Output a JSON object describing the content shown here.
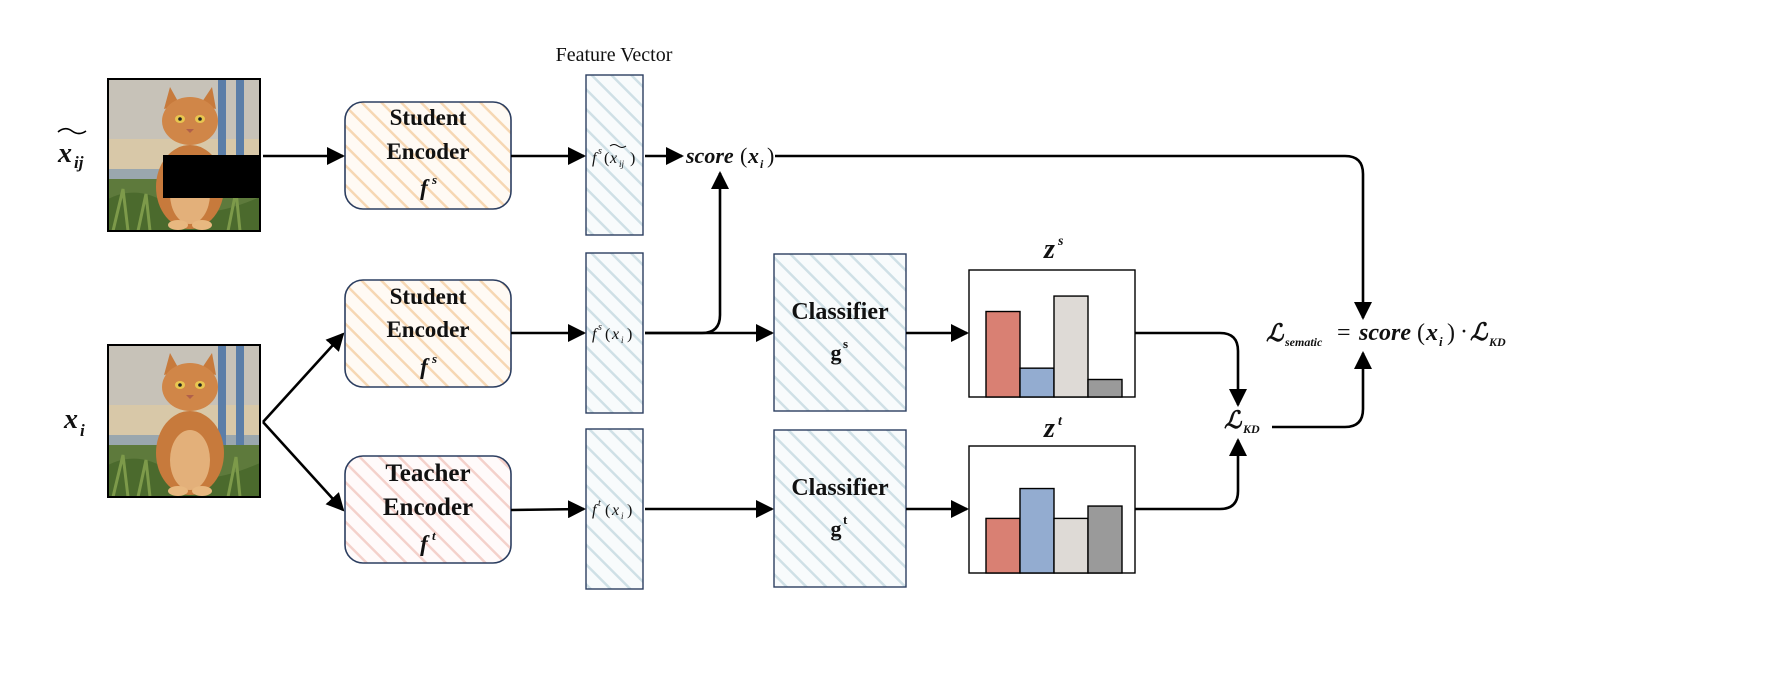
{
  "header": {
    "feature_vector_label": "Feature Vector"
  },
  "inputs": {
    "masked": {
      "symbol": "x",
      "subscript": "ij"
    },
    "original": {
      "symbol": "x",
      "subscript": "i"
    }
  },
  "encoders": {
    "student_top": {
      "line1": "Student",
      "line2": "Encoder",
      "symbol": "f",
      "superscript": "s"
    },
    "student_mid": {
      "line1": "Student",
      "line2": "Encoder",
      "symbol": "f",
      "superscript": "s"
    },
    "teacher": {
      "line1": "Teacher",
      "line2": "Encoder",
      "symbol": "f",
      "superscript": "t"
    }
  },
  "features": {
    "top": {
      "symbol": "f",
      "superscript": "s",
      "argument": "x",
      "argument_subscript": "ij"
    },
    "mid": {
      "symbol": "f",
      "superscript": "s",
      "argument": "x",
      "argument_subscript": "i"
    },
    "bottom": {
      "symbol": "f",
      "superscript": "t",
      "argument": "x",
      "argument_subscript": "i"
    }
  },
  "score": {
    "name": "score",
    "argument": "x",
    "argument_subscript": "i"
  },
  "classifiers": {
    "student": {
      "label": "Classifier",
      "symbol": "g",
      "superscript": "s"
    },
    "teacher": {
      "label": "Classifier",
      "symbol": "g",
      "superscript": "t"
    }
  },
  "distributions": {
    "student": {
      "symbol": "z",
      "superscript": "s",
      "values": [
        0.83,
        0.28,
        0.98,
        0.17
      ]
    },
    "teacher": {
      "symbol": "z",
      "superscript": "t",
      "values": [
        0.53,
        0.82,
        0.53,
        0.65
      ]
    },
    "bar_colors": [
      "#d98073",
      "#93acd0",
      "#dedad6",
      "#9a9a9a"
    ]
  },
  "loss": {
    "kd": {
      "symbol": "ℒ",
      "subscript": "KD"
    },
    "semantic": {
      "symbol": "ℒ",
      "subscript": "sematic",
      "equals": "=",
      "score_name": "score",
      "argument": "x",
      "argument_subscript": "i",
      "dot": "·",
      "kd_symbol": "ℒ",
      "kd_subscript": "KD"
    }
  },
  "colors": {
    "student_fill": "#fdebd9",
    "teacher_fill": "#fce4df",
    "feature_fill": "#e8f0f2",
    "border": "#2c3e60"
  }
}
